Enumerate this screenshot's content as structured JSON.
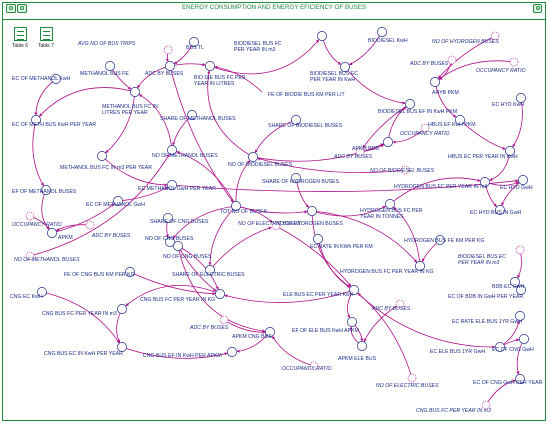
{
  "window": {
    "title": "ENERGY CONSUMPTION AND ENERGY EFICIENCY OF BUSES",
    "controls": [
      "window-icon",
      "camera-icon",
      "lock-icon"
    ]
  },
  "tables": [
    {
      "label": "Table 6"
    },
    {
      "label": "Table 7"
    }
  ],
  "diagram": {
    "colors": {
      "frame": "#1f8a3c",
      "label": "#202c8a",
      "link": "#b0108a"
    },
    "labels": [
      "AVG NO OF BUS TRIPS",
      "BUS TL",
      "METHANOL BUS FE",
      "ADC BY BUSES",
      "BIO DIE BUS FC PER YEAR IN LITRES",
      "BIODIESEL BUS FC PER YEAR IN m3",
      "BIODIESEL KwH",
      "NO OF HYDROGEN BUSES",
      "ADC BY BUSES",
      "OCCUPANCY RATIO",
      "EC OF METHANOL KwH",
      "METHANOL BUS FC IN LITRES PER YEAR",
      "FE OF BIODIE BUS KM PER LIT",
      "BIODIESEL BUS EC PER YEAR IN KwH",
      "AHYB PKM",
      "EC OF METH BUS KwH PER YEAR",
      "SHARE OF METHANOL BUSES",
      "SHARE OF BIODIESEL BUSES",
      "BIODIESEL BUS EF IN KwH PKM",
      "OCCUPANCY RATIO",
      "HBUS EF KwH PKM",
      "EC HYD KwH",
      "NO OF METHANOL BUSES",
      "NO OF BIODIESEL BUSES",
      "ADC BY BUSES",
      "APKM BDB",
      "HBUS EC PER YEAR IN KwH",
      "METHANOL BUS FC IN m3 PER YEAR",
      "NO OF BIODIESEL BUSES",
      "EF OF METHANOL BUSES",
      "EC METHANOL GwH PER YEAR",
      "SHARE OF HYDROGEN BUSES",
      "HYDROGEN BUS FC PER YEAR IN m3",
      "EC HYD GwH",
      "EC OF METHANOL GwH",
      "TOT NO OF BUSES",
      "NO OF HYDROGEN BUSES",
      "HYDROGEN BUS FC PER YEAR IN TONNES",
      "EC HYD BUS IN GwH",
      "OCCUPANCY RATIO",
      "ADC BY BUSES",
      "APKM",
      "SHARE OF CNG BUSES",
      "NO OF ELECTRIC BUSES",
      "EC RATE IN KWh PER KM",
      "HYDROGEN BUS FE KM PER KG",
      "NO OF METHANOL BUSES",
      "NO OF CNG BUSES",
      "BIODIESEL BUS EC PER YEAR IN m3",
      "FE OF CNG BUS KM PER KG",
      "SHARE OF ELECTRIC BUSES",
      "HYDROGEN BUS FC PER YEAR IN KG",
      "CNG BUS FC PER YEAR IN KG",
      "NO OF CNG BUSES",
      "ELE BUS EC PER YEAR KwH",
      "ADC BY BUSES",
      "EC OF BDB IN GwH PER YEAR",
      "BDB EC GwH",
      "CNG EC KwH",
      "CNG BUS FC PER YEAR IN m3",
      "ADC BY BUSES",
      "EF OF ELE BUS KwH APKM",
      "EC RATE ELE BUS 1YR GwH",
      "APKM CNG BUS",
      "APKM ELE BUS",
      "EC ELE BUS 1YR GwH",
      "EC OF CNG GwH",
      "CNG BUS EC IN KwH PER YEAR",
      "CNG BUS EF IN KwH PER APKM",
      "OCCUPANCY RATIO",
      "NO OF ELECTRIC BUSES",
      "EC OF CNG GwH PER YEAR",
      "CNG BUS FC PER YEAR IN m3"
    ]
  }
}
